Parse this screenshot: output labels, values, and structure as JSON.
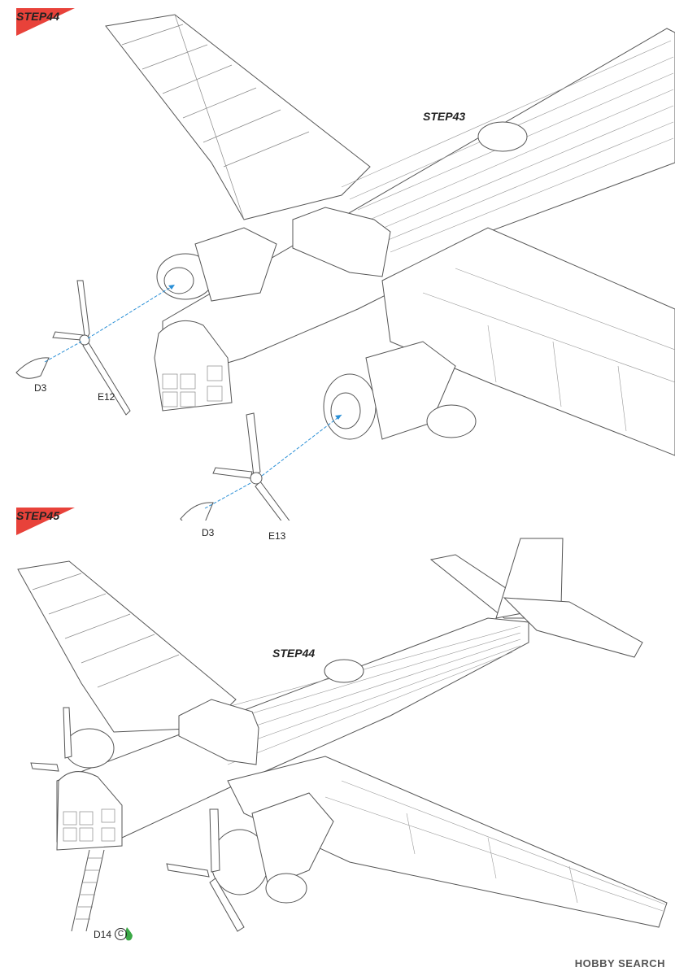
{
  "steps": {
    "step44": {
      "tag": "STEP44",
      "ref": "STEP43",
      "parts": {
        "spinner_left": "D3",
        "prop_left": "E12",
        "spinner_right": "D3",
        "prop_right": "E13"
      }
    },
    "step45": {
      "tag": "STEP45",
      "ref": "STEP44",
      "parts": {
        "ladder": "D14"
      }
    }
  },
  "clear_part_mark": "C",
  "watermark": "HOBBY SEARCH",
  "colors": {
    "tag_red": "#e8423a",
    "line": "#555555",
    "arrow": "#2a8fd6",
    "clear": "#3aa845"
  }
}
